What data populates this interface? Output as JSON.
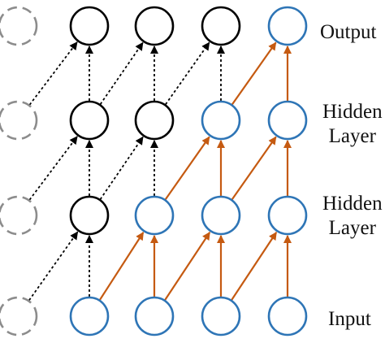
{
  "labels": {
    "output": "Output",
    "hidden_top_line1": "Hidden",
    "hidden_top_line2": "Layer",
    "hidden_bottom_line1": "Hidden",
    "hidden_bottom_line2": "Layer",
    "input": "Input"
  },
  "colors": {
    "active_node": "#2e75b6",
    "active_edge": "#c55a11",
    "inactive_node": "#000000",
    "ghost_node": "#8c8c8c",
    "inactive_edge": "#000000"
  },
  "rows": [
    "input",
    "hidden",
    "hidden",
    "output"
  ],
  "grid": {
    "columns": 5,
    "layers": 4,
    "node_states": [
      [
        "ghost",
        "active",
        "active",
        "active",
        "active"
      ],
      [
        "ghost",
        "inactive",
        "active",
        "active",
        "active"
      ],
      [
        "ghost",
        "inactive",
        "inactive",
        "active",
        "active"
      ],
      [
        "ghost",
        "inactive",
        "inactive",
        "inactive",
        "active"
      ]
    ]
  }
}
